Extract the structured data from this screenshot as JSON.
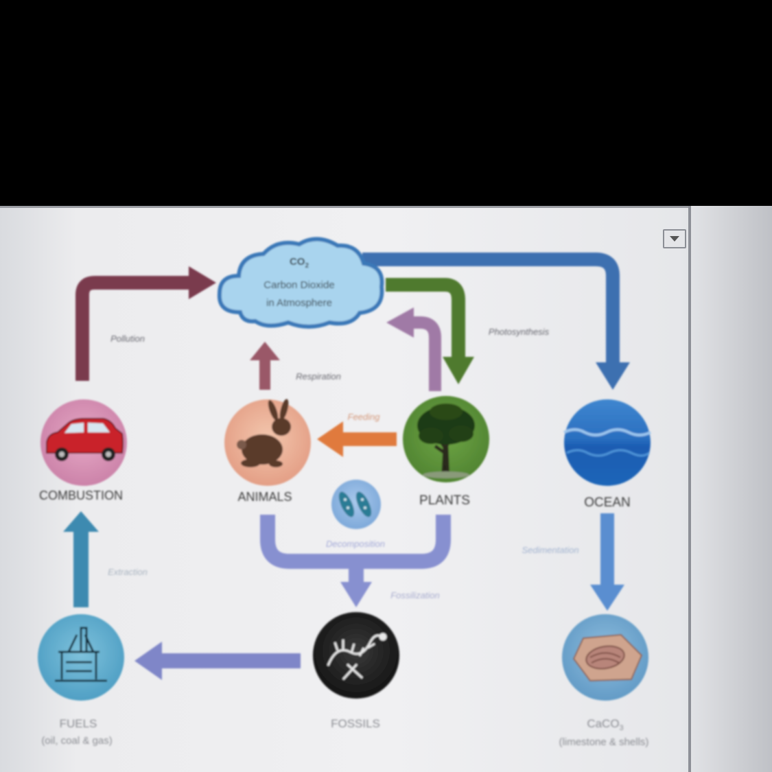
{
  "atmosphere": {
    "formula": "CO",
    "formula_sub": "2",
    "line1": "Carbon Dioxide",
    "line2": "in Atmosphere"
  },
  "nodes": {
    "combustion": "COMBUSTION",
    "animals": "ANIMALS",
    "plants": "PLANTS",
    "ocean": "OCEAN",
    "fuels": "FUELS",
    "fuels_sub": "(oil, coal & gas)",
    "fossils": "FOSSILS",
    "caco3": "CaCO",
    "caco3_sub": "3",
    "caco3_desc": "(limestone & shells)"
  },
  "processes": {
    "pollution": "Pollution",
    "photosynthesis": "Photosynthesis",
    "respiration": "Respiration",
    "feeding": "Feeding",
    "decomposition": "Decomposition",
    "sedimentation": "Sedimentation",
    "extraction": "Extraction",
    "fossilization": "Fossilization"
  },
  "colors": {
    "pollution_arrow": "#7a3a4e",
    "ocean_arrow": "#3d6fb0",
    "photosynthesis_arrow": "#4f7a2e",
    "plant_respiration_arrow": "#a07aa6",
    "respiration_arrow": "#9a5868",
    "feeding_arrow": "#e07a3c",
    "decomposition_arrow": "#8790d0",
    "sedimentation_arrow": "#5a8ed0",
    "extraction_arrow": "#3e8ab0",
    "fossil_fuel_arrow": "#7f86c8",
    "cloud": "#a9d4ee"
  },
  "icons": {
    "combustion": "car-icon",
    "animals": "rabbit-icon",
    "plants": "tree-icon",
    "ocean": "wave-icon",
    "decomposers": "bacteria-icon",
    "fuels": "oil-rig-icon",
    "fossils": "fossil-icon",
    "caco3": "shell-icon"
  }
}
